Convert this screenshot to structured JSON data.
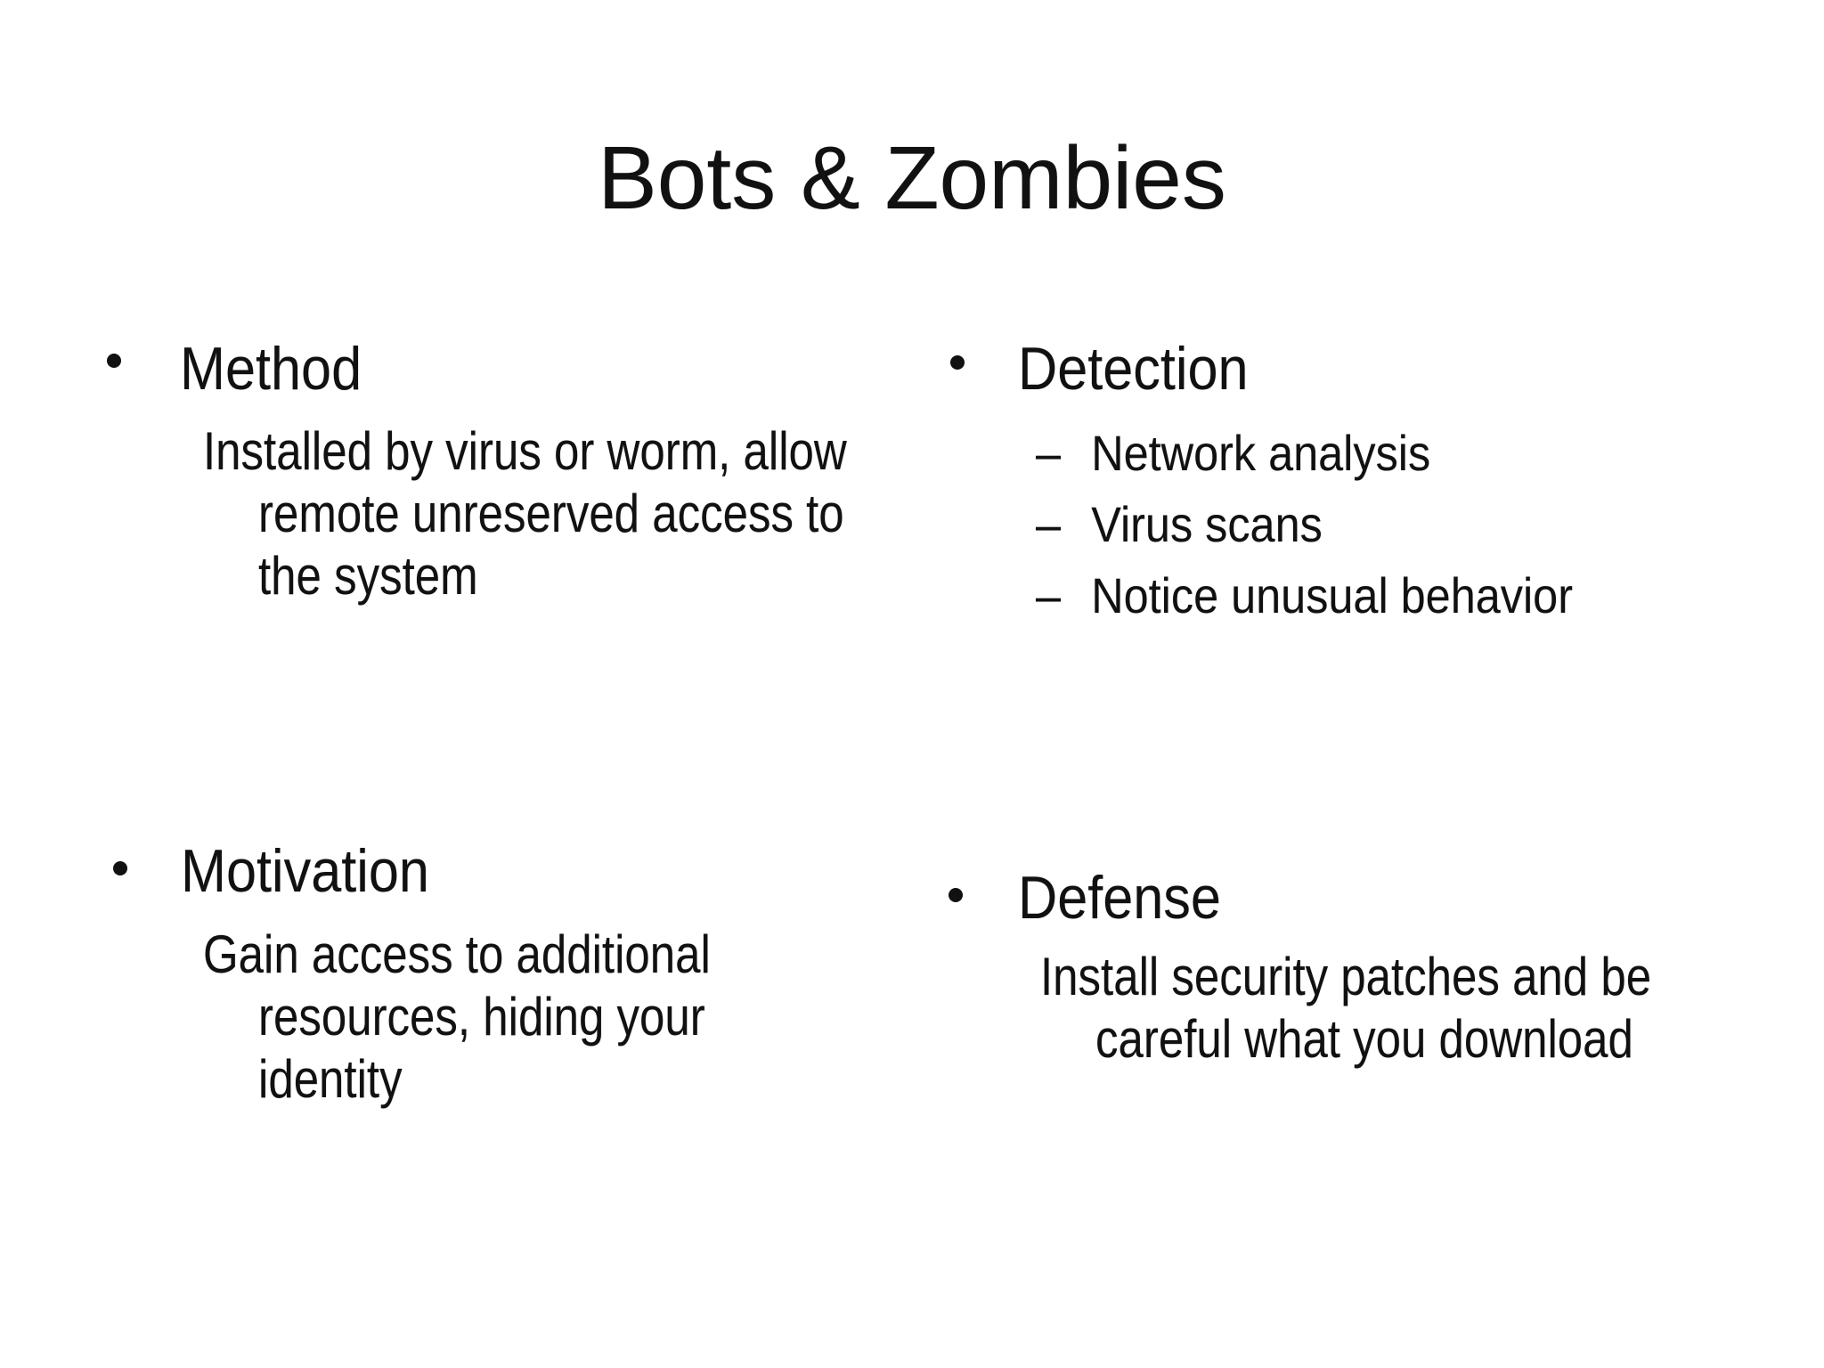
{
  "slide": {
    "title": "Bots & Zombies",
    "background_color": "#ffffff",
    "text_color": "#111111",
    "bullet_char": "•",
    "dash_char": "–"
  },
  "sections": {
    "method": {
      "heading": "Method",
      "body_lines": [
        "Installed by virus or worm, allow",
        "remote unreserved access to",
        "the system"
      ]
    },
    "detection": {
      "heading": "Detection",
      "items": [
        "Network analysis",
        "Virus scans",
        "Notice unusual behavior"
      ]
    },
    "motivation": {
      "heading": "Motivation",
      "body_lines": [
        "Gain access to additional",
        "resources, hiding your",
        "identity"
      ]
    },
    "defense": {
      "heading": "Defense",
      "body_lines": [
        "Install security patches and be",
        "careful what you download"
      ]
    }
  }
}
